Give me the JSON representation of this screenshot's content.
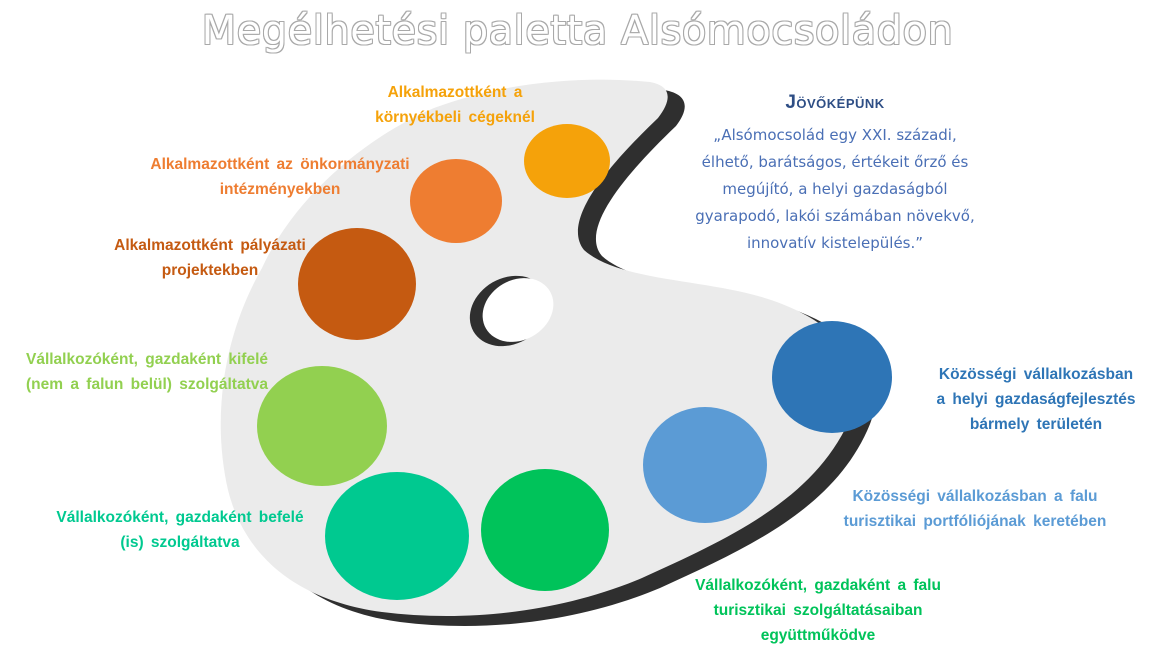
{
  "title": "Megélhetési paletta Alsómocsoládon",
  "vision": {
    "heading": "Jövőképünk",
    "text": "„Alsómocsolád egy XXI. századi,\nélhető, barátságos, értékeit őrző és\nmegújító, a helyi gazdaságból\ngyarapodó, lakói számában növekvő,\ninnovatív kistelepülés.”"
  },
  "labels": {
    "neighbour_companies": "Alkalmazottként a\nkörnyékbeli cégeknél",
    "municipal_institutions": "Alkalmazottként az önkormányzati\nintézményekben",
    "tender_projects": "Alkalmazottként pályázati\nprojektekben",
    "entrepreneur_outward": "Vállalkozóként, gazdaként kifelé\n(nem a falun belül) szolgáltatva",
    "entrepreneur_inward": "Vállalkozóként, gazdaként befelé\n(is) szolgáltatva",
    "entrepreneur_tourism": "Vállalkozóként, gazdaként a falu\nturisztikai szolgáltatásaiban\negyüttműködve",
    "community_tourism_portfolio": "Közösségi vállalkozásban a falu\nturisztikai portfóliójának keretében",
    "community_economic_development": "Közösségi vállalkozásban\na helyi gazdaságfejlesztés\nbármely területén"
  },
  "colors": {
    "title_outline": "#a9a9a9",
    "palette_board": "#ebebeb",
    "palette_shadow": "#2f2f2f",
    "neighbour_companies": "#f5a20a",
    "municipal_institutions": "#ee7d31",
    "tender_projects": "#c55a11",
    "entrepreneur_outward": "#92d050",
    "entrepreneur_inward": "#00c990",
    "entrepreneur_tourism": "#00c35a",
    "community_tourism_portfolio": "#5b9bd5",
    "community_economic_development": "#2e75b6",
    "vision_heading": "#2e4e85",
    "vision_text": "#4a6fb5"
  }
}
